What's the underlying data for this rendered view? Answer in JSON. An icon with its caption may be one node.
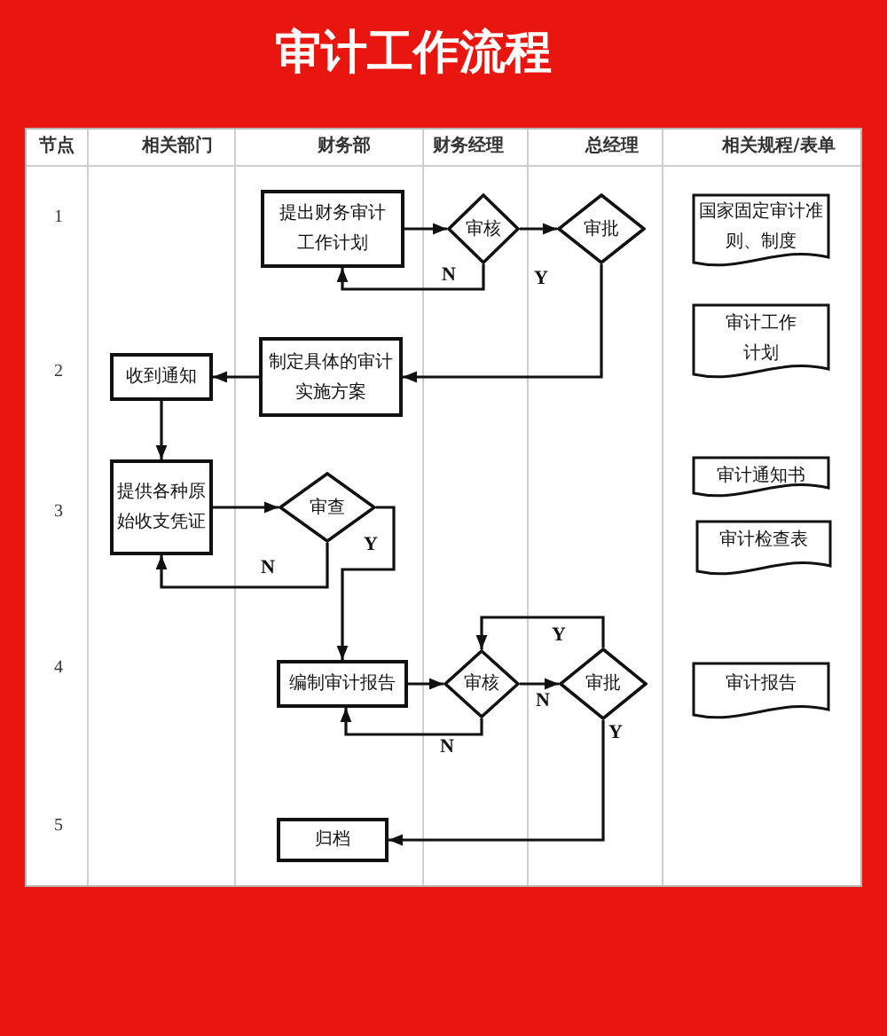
{
  "diagram": {
    "title": "审计工作流程",
    "nodes": [
      {
        "text": [
          "提出财务审计工作计划"
        ]
      },
      {
        "text": [
          "审核"
        ]
      },
      {
        "text": [
          "审批"
        ]
      },
      {
        "text": [
          "国家固定审计准则、制度"
        ]
      },
      {
        "text": [
          "收到通知"
        ]
      },
      {
        "text": [
          "制定具体的审计实施方案"
        ]
      },
      {
        "text": [
          "审计工作计划"
        ]
      },
      {
        "text": [
          "提供各种原始收支凭证"
        ]
      },
      {
        "text": [
          "审查"
        ]
      },
      {
        "text": [
          "审计通知书"
        ]
      },
      {
        "text": [
          "审计检查表"
        ]
      },
      {
        "text": [
          "编制审计报告"
        ]
      },
      {
        "text": [
          "审核"
        ]
      },
      {
        "text": [
          "审批"
        ]
      },
      {
        "text": [
          "审计报告"
        ]
      },
      {
        "text": [
          "归档"
        ]
      }
    ],
    "edges": [
      {
        "from": 0,
        "to": 1,
        "arrow": "to"
      },
      {
        "from": 1,
        "to": 0,
        "arrow": "to",
        "label": "N"
      },
      {
        "from": 1,
        "to": 2,
        "arrow": "to",
        "label": "Y"
      },
      {
        "from": 2,
        "to": 5,
        "arrow": "to"
      },
      {
        "from": 5,
        "to": 4,
        "arrow": "to"
      },
      {
        "from": 4,
        "to": 7,
        "arrow": "to"
      },
      {
        "from": 7,
        "to": 8,
        "arrow": "to"
      },
      {
        "from": 8,
        "to": 7,
        "arrow": "to",
        "label": "N"
      },
      {
        "from": 8,
        "to": 11,
        "arrow": "to",
        "label": "Y"
      },
      {
        "from": 11,
        "to": 12,
        "arrow": "to"
      },
      {
        "from": 12,
        "to": 11,
        "arrow": "to",
        "label": "N"
      },
      {
        "from": 12,
        "to": 13,
        "arrow": "to",
        "label": "N"
      },
      {
        "from": 13,
        "to": 12,
        "arrow": "to",
        "label": "Y"
      },
      {
        "from": 13,
        "to": 15,
        "arrow": "to",
        "label": "Y"
      }
    ],
    "labels": [
      "节点",
      "相关部门",
      "财务部",
      "财务经理",
      "总经理",
      "相关规程/表单",
      "1",
      "2",
      "3",
      "4",
      "5"
    ]
  }
}
